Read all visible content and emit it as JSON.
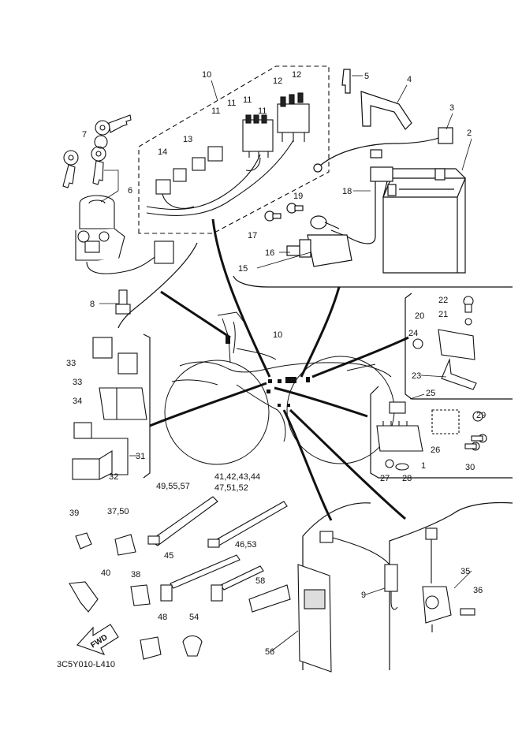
{
  "diagram": {
    "drawing_code": "3C5Y010-L410",
    "fwd_label": "FWD",
    "callouts": {
      "c2": "2",
      "c3": "3",
      "c4": "4",
      "c5": "5",
      "c6": "6",
      "c7": "7",
      "c8": "8",
      "c9": "9",
      "c10_top": "10",
      "c10_mid": "10",
      "c11_a": "11",
      "c11_b": "11",
      "c11_c": "11",
      "c11_d": "11",
      "c12_a": "12",
      "c12_b": "12",
      "c13": "13",
      "c14": "14",
      "c15": "15",
      "c16": "16",
      "c17": "17",
      "c18": "18",
      "c19": "19",
      "c20": "20",
      "c21": "21",
      "c22": "22",
      "c23": "23",
      "c24": "24",
      "c25": "25",
      "c26": "26",
      "c27": "27",
      "c28": "28",
      "c29": "29",
      "c30": "30",
      "c1": "1",
      "c31": "31",
      "c32": "32",
      "c33_a": "33",
      "c33_b": "33",
      "c34": "34",
      "c35": "35",
      "c36": "36",
      "c37_50": "37,50",
      "c38": "38",
      "c39": "39",
      "c40": "40",
      "c45": "45",
      "c46_53": "46,53",
      "c48": "48",
      "c49_55_57": "49,55,57",
      "c41_44": "41,42,43,44",
      "c47_52": "47,51,52",
      "c54": "54",
      "c56": "56",
      "c58": "58"
    }
  }
}
